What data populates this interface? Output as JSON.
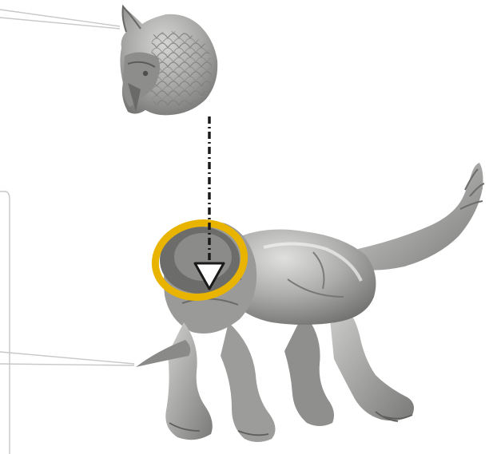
{
  "figure": {
    "kind": "assembly-instruction-illustration",
    "parts": [
      "head-piece",
      "creature-body"
    ],
    "attach_indicator": "dashed-arrow-down",
    "highlight": "neck-socket-ring"
  },
  "colors": {
    "background": "#ffffff",
    "model_gray": "#a9aaa8",
    "model_shadow": "#7c7d7b",
    "model_highlight": "#dcdcda",
    "highlight_ring": "#e8b400",
    "callout_lines": "#c4c4c4",
    "arrow": "#1a1a1a"
  }
}
